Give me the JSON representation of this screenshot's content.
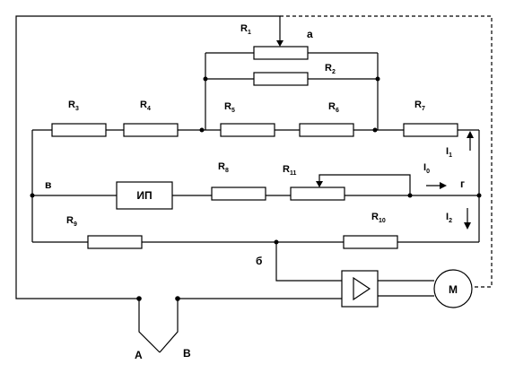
{
  "labels": {
    "R1": {
      "main": "R",
      "sub": "1"
    },
    "R2": {
      "main": "R",
      "sub": "2"
    },
    "R3": {
      "main": "R",
      "sub": "3"
    },
    "R4": {
      "main": "R",
      "sub": "4"
    },
    "R5": {
      "main": "R",
      "sub": "5"
    },
    "R6": {
      "main": "R",
      "sub": "6"
    },
    "R7": {
      "main": "R",
      "sub": "7"
    },
    "R8": {
      "main": "R",
      "sub": "8"
    },
    "R9": {
      "main": "R",
      "sub": "9"
    },
    "R10": {
      "main": "R",
      "sub": "10"
    },
    "R11": {
      "main": "R",
      "sub": "11"
    },
    "I0": {
      "main": "I",
      "sub": "0"
    },
    "I1": {
      "main": "I",
      "sub": "1"
    },
    "I2": {
      "main": "I",
      "sub": "2"
    }
  },
  "nodes": {
    "a": "а",
    "b": "б",
    "v": "в",
    "g": "г",
    "A": "А",
    "B": "В"
  },
  "blocks": {
    "power_source": "ИП",
    "motor": "М"
  }
}
